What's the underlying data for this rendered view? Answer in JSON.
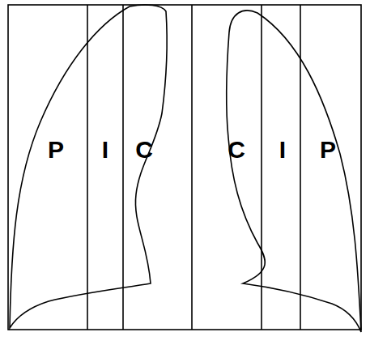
{
  "diagram": {
    "labels": [
      "P",
      "I",
      "C",
      "C",
      "I",
      "P"
    ]
  }
}
